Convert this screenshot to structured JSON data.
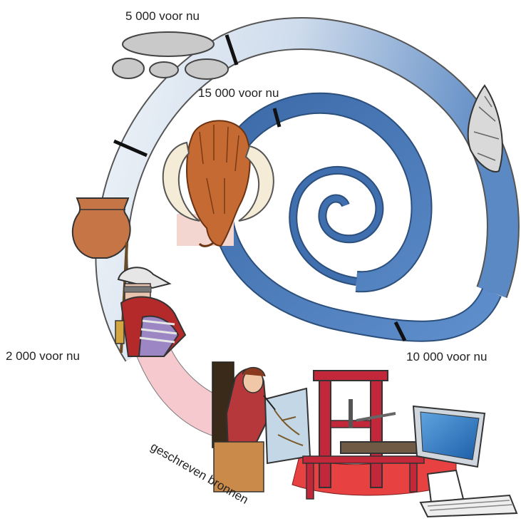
{
  "labels": {
    "t5000": "5 000 voor nu",
    "t15000": "15 000 voor nu",
    "t10000": "10 000 voor nu",
    "t2000": "2 000 voor nu",
    "written_sources": "geschreven bronnen"
  },
  "colors": {
    "spiral_dark": "#2f5f9a",
    "spiral_mid": "#6f9bd0",
    "spiral_light": "#dfe8f3",
    "spiral_pink": "#f3c2c8",
    "spiral_red": "#e23333",
    "mammoth": "#c56a33",
    "tusk": "#f4ecd6",
    "pot": "#c67547",
    "press": "#c2273a",
    "monk": "#b7383a",
    "stone": "#c9c9c9"
  },
  "icons": [
    "mammoth-icon",
    "hand-axe-icon",
    "pottery-icon",
    "dolmen-icon",
    "roman-soldier-icon",
    "monk-writer-icon",
    "printing-press-icon",
    "computer-icon"
  ]
}
